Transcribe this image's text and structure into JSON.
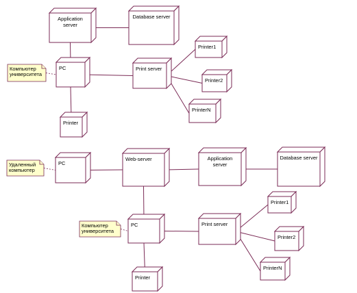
{
  "diagram1": {
    "nodes": {
      "app": [
        "Application",
        "server"
      ],
      "db": [
        "Database server"
      ],
      "pc": [
        "PC"
      ],
      "printer": [
        "Printer"
      ],
      "print_server": [
        "Print server"
      ],
      "printer1": [
        "Printer1"
      ],
      "printer2": [
        "Printer2"
      ],
      "printern": [
        "PrinterN"
      ]
    },
    "notes": {
      "uni": [
        "Компьютер",
        "университета"
      ]
    }
  },
  "diagram2": {
    "nodes": {
      "pc_remote": [
        "PC"
      ],
      "web": [
        "Web-server"
      ],
      "app": [
        "Application",
        "server"
      ],
      "db": [
        "Database server"
      ],
      "pc": [
        "PC"
      ],
      "printer": [
        "Printer"
      ],
      "print_server": [
        "Print server"
      ],
      "printer1": [
        "Printer1"
      ],
      "printer2": [
        "Printer2"
      ],
      "printern": [
        "PrinterN"
      ]
    },
    "notes": {
      "remote": [
        "Удаленный",
        "компьютер"
      ],
      "uni": [
        "Компьютер",
        "университета"
      ]
    }
  }
}
